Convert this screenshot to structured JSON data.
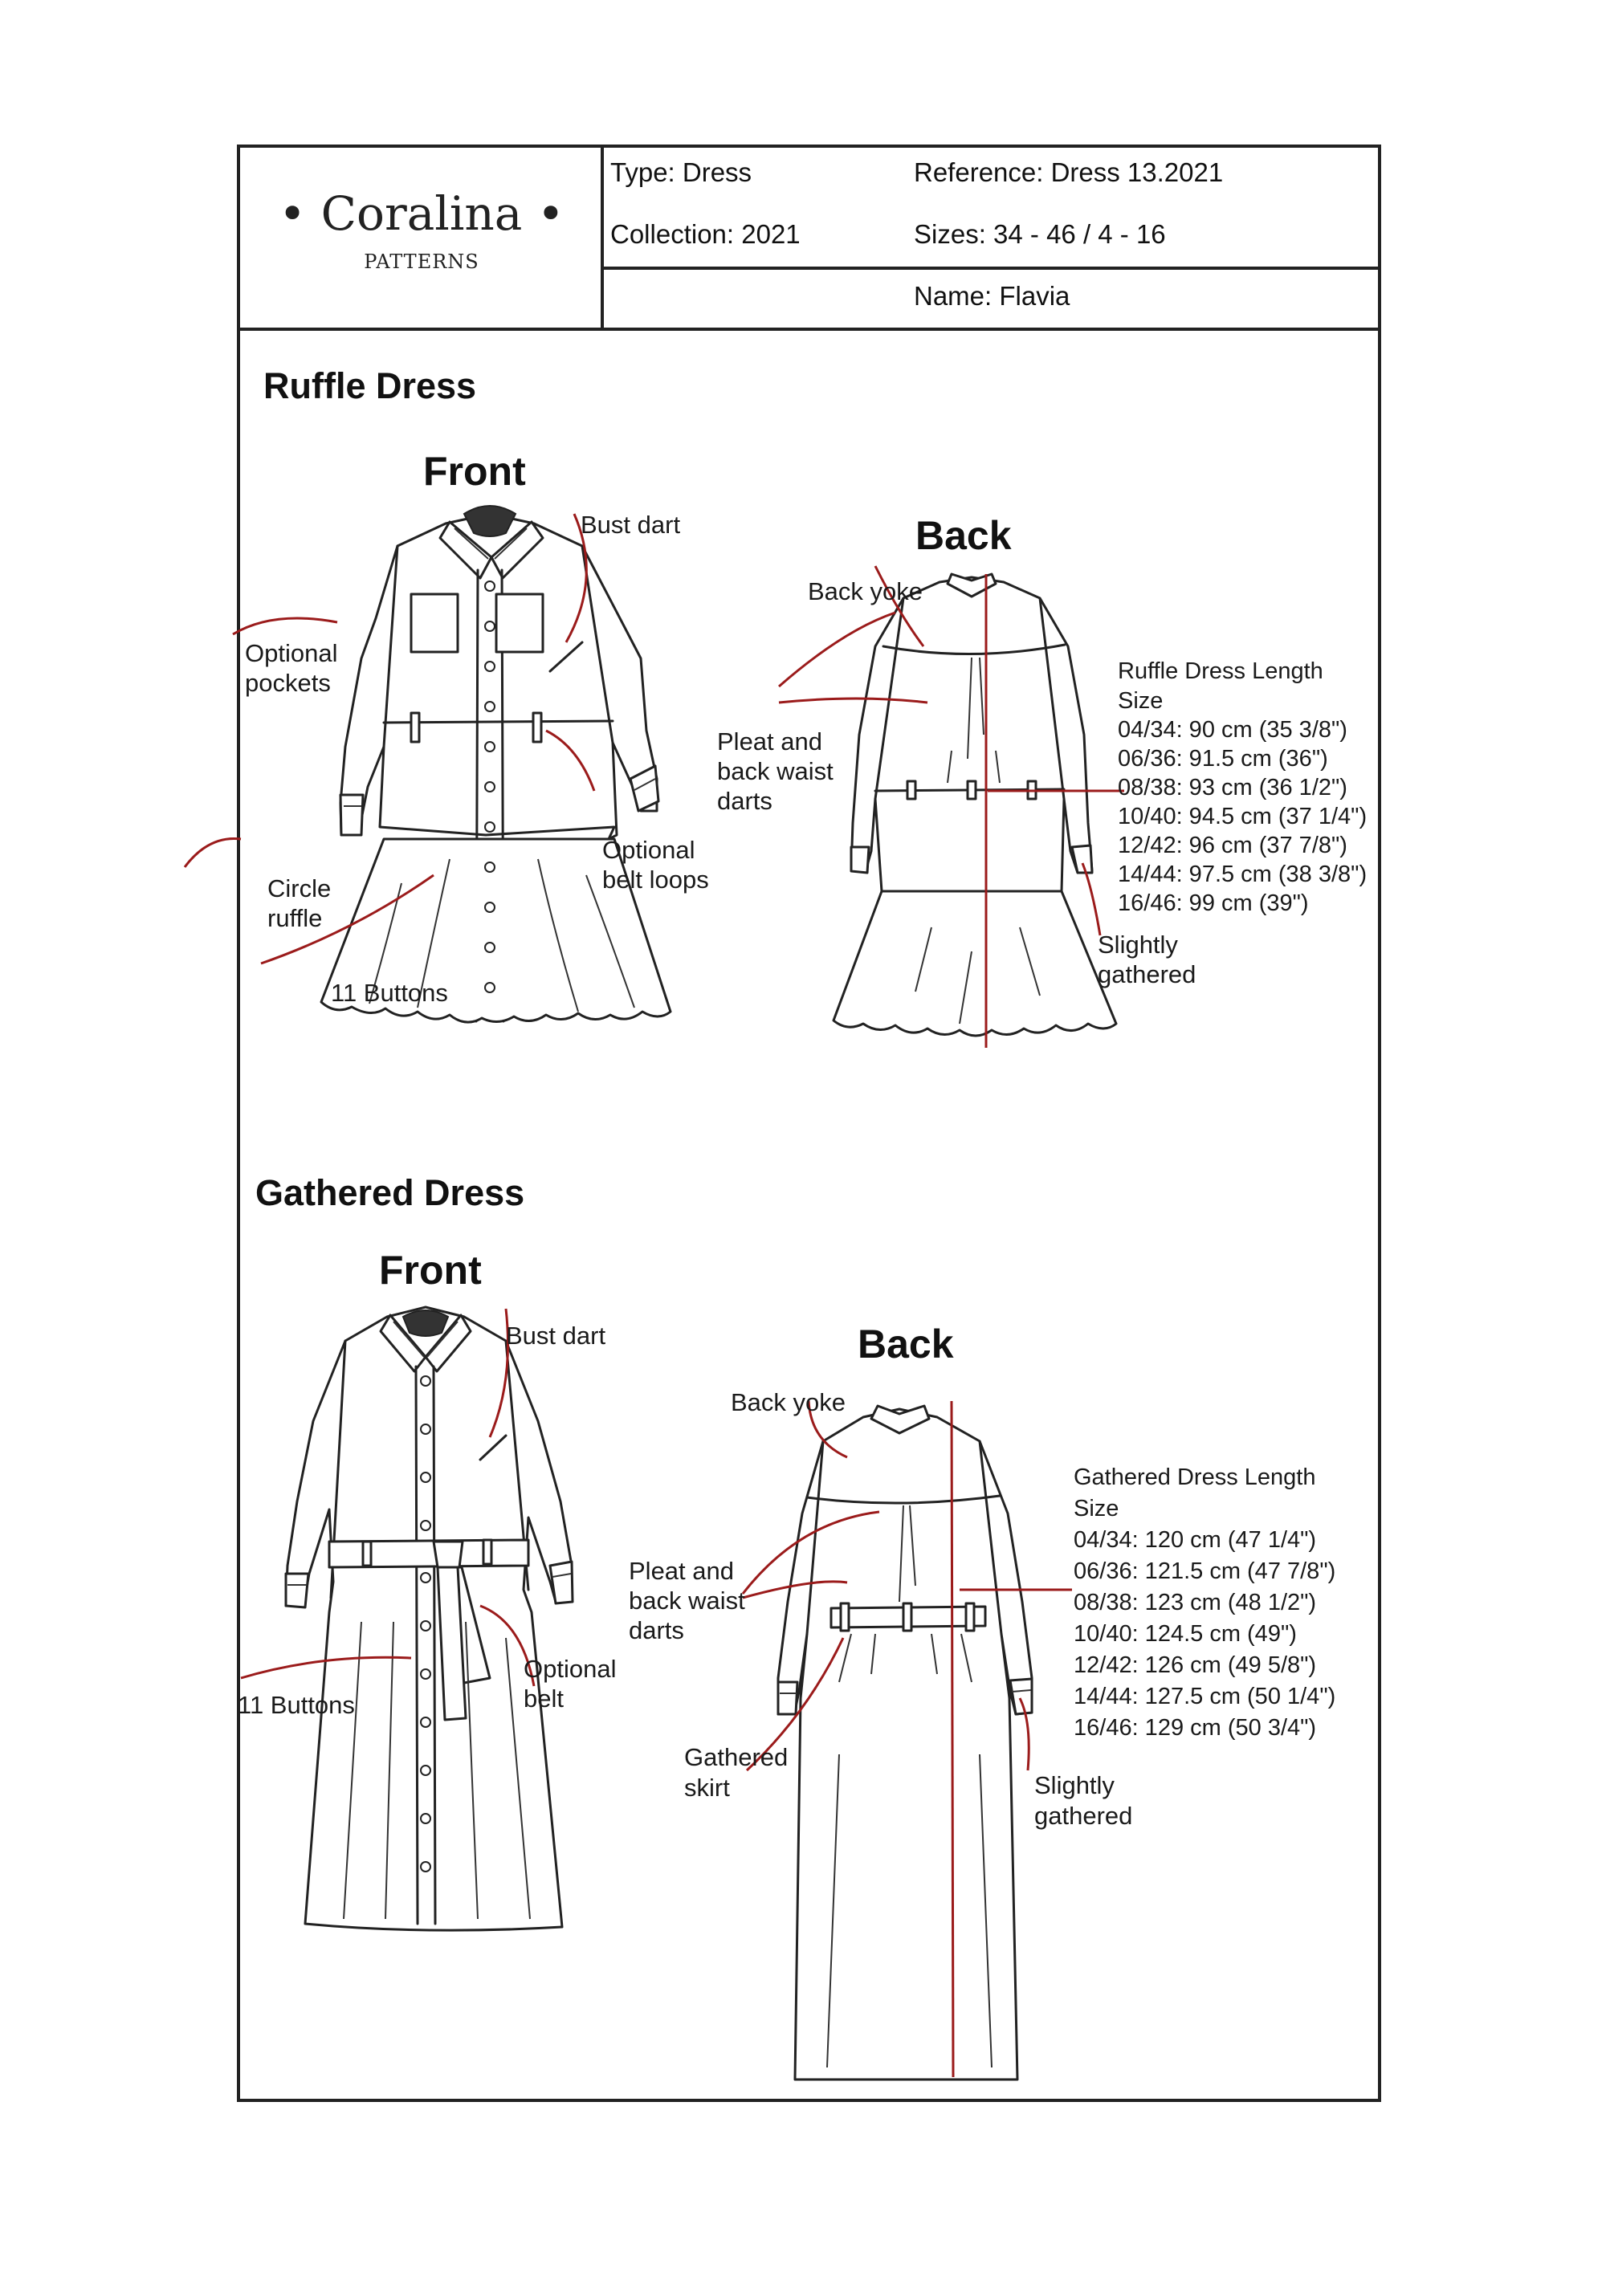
{
  "header": {
    "brand": "• Coralina •",
    "brand_sub": "PATTERNS",
    "type": "Type: Dress",
    "collection": "Collection: 2021",
    "reference": "Reference: Dress 13.2021",
    "sizes": "Sizes: 34 - 46 / 4 - 16",
    "name": "Name: Flavia"
  },
  "ruffle": {
    "title": "Ruffle Dress",
    "front": {
      "title": "Front",
      "labels": {
        "bust_dart": "Bust dart",
        "pockets_1": "Optional",
        "pockets_2": "pockets",
        "belt_loops_1": "Optional",
        "belt_loops_2": "belt loops",
        "ruffle_1": "Circle",
        "ruffle_2": "ruffle",
        "buttons": "11 Buttons"
      }
    },
    "back": {
      "title": "Back",
      "labels": {
        "yoke": "Back yoke",
        "pleat_1": "Pleat and",
        "pleat_2": "back waist",
        "pleat_3": "darts",
        "gathered_1": "Slightly",
        "gathered_2": "gathered"
      },
      "length_title": "Ruffle Dress Length",
      "length_sub": "Size",
      "lengths": [
        "04/34: 90 cm (35 3/8\")",
        "06/36: 91.5 cm (36\")",
        "08/38: 93 cm (36 1/2\")",
        "10/40: 94.5 cm (37 1/4\")",
        "12/42: 96 cm (37 7/8\")",
        "14/44: 97.5 cm (38 3/8\")",
        "16/46: 99 cm (39\")"
      ]
    }
  },
  "gathered": {
    "title": "Gathered Dress",
    "front": {
      "title": "Front",
      "labels": {
        "bust_dart": "Bust dart",
        "buttons": "11 Buttons",
        "belt_1": "Optional",
        "belt_2": "belt"
      }
    },
    "back": {
      "title": "Back",
      "labels": {
        "yoke": "Back yoke",
        "pleat_1": "Pleat and",
        "pleat_2": "back waist",
        "pleat_3": "darts",
        "skirt_1": "Gathered",
        "skirt_2": "skirt",
        "gathered_1": "Slightly",
        "gathered_2": "gathered"
      },
      "length_title": "Gathered Dress Length",
      "length_sub": "Size",
      "lengths": [
        "04/34: 120 cm (47 1/4\")",
        "06/36: 121.5 cm (47 7/8\")",
        "08/38: 123 cm (48 1/2\")",
        "10/40: 124.5 cm (49\")",
        "12/42: 126 cm (49 5/8\")",
        "14/44: 127.5 cm (50 1/4\")",
        "16/46: 129 cm (50 3/4\")"
      ]
    }
  },
  "colors": {
    "annotation": "#9b1b1b",
    "line": "#222222"
  }
}
